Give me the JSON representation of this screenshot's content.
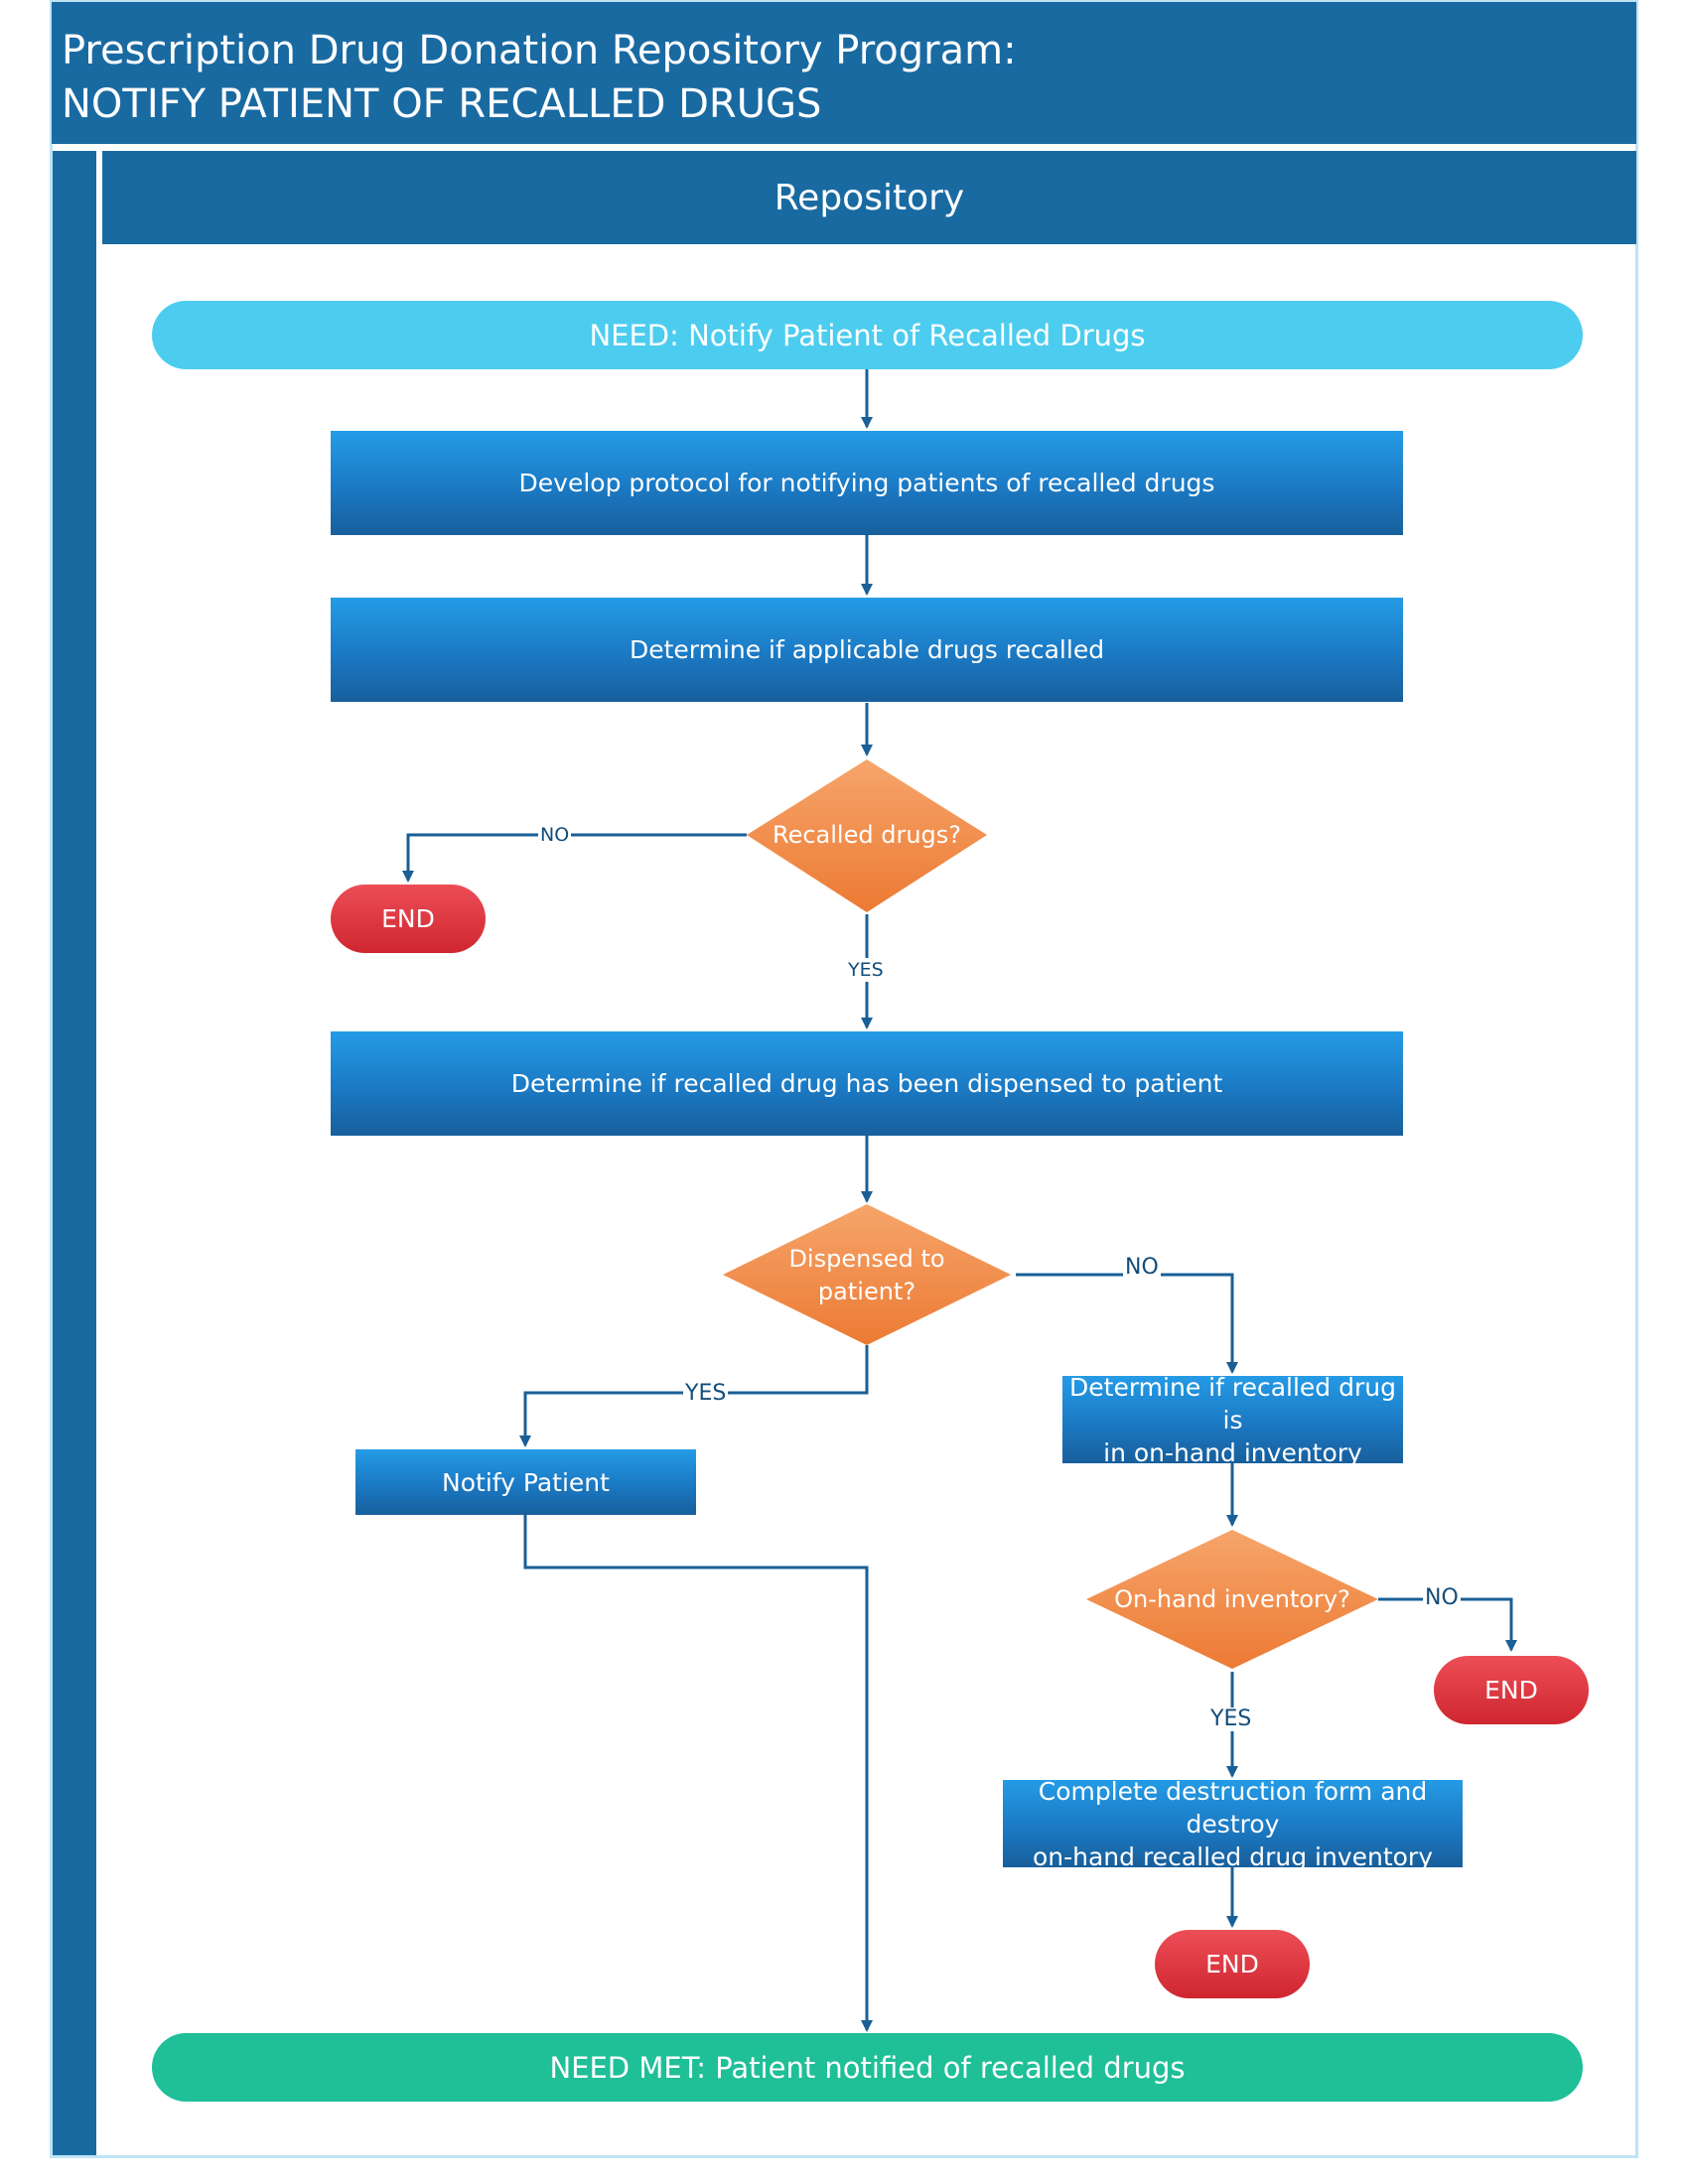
{
  "header": {
    "title_line1": "Prescription Drug Donation Repository Program:",
    "title_line2": "NOTIFY PATIENT OF RECALLED DRUGS"
  },
  "lane": {
    "title": "Repository"
  },
  "nodes": {
    "need": "NEED: Notify Patient of Recalled Drugs",
    "develop_protocol": "Develop protocol for notifying patients of recalled drugs",
    "determine_recalled": "Determine if applicable drugs recalled",
    "decision_recalled": "Recalled drugs?",
    "end_1": "END",
    "determine_dispensed": "Determine if recalled drug has been dispensed to patient",
    "decision_dispensed_line1": "Dispensed to",
    "decision_dispensed_line2": "patient?",
    "notify_patient": "Notify Patient",
    "determine_inventory_line1": "Determine if recalled drug is",
    "determine_inventory_line2": "in on-hand inventory",
    "decision_inventory": "On-hand inventory?",
    "end_2": "END",
    "destroy_line1": "Complete destruction form and destroy",
    "destroy_line2": "on-hand recalled drug inventory",
    "end_3": "END",
    "need_met": "NEED MET: Patient notified of recalled drugs"
  },
  "edge_labels": {
    "recalled_no": "NO",
    "recalled_yes": "YES",
    "dispensed_no": "NO",
    "dispensed_yes": "YES",
    "inventory_no": "NO",
    "inventory_yes": "YES"
  },
  "colors": {
    "header": "#1a6aa2",
    "need_pill": "#4ccdef",
    "need_met_pill": "#1fbf98",
    "process_box": "#1b79c3",
    "decision": "#f0894a",
    "end": "#d8333c",
    "connector": "#1a5f96"
  }
}
